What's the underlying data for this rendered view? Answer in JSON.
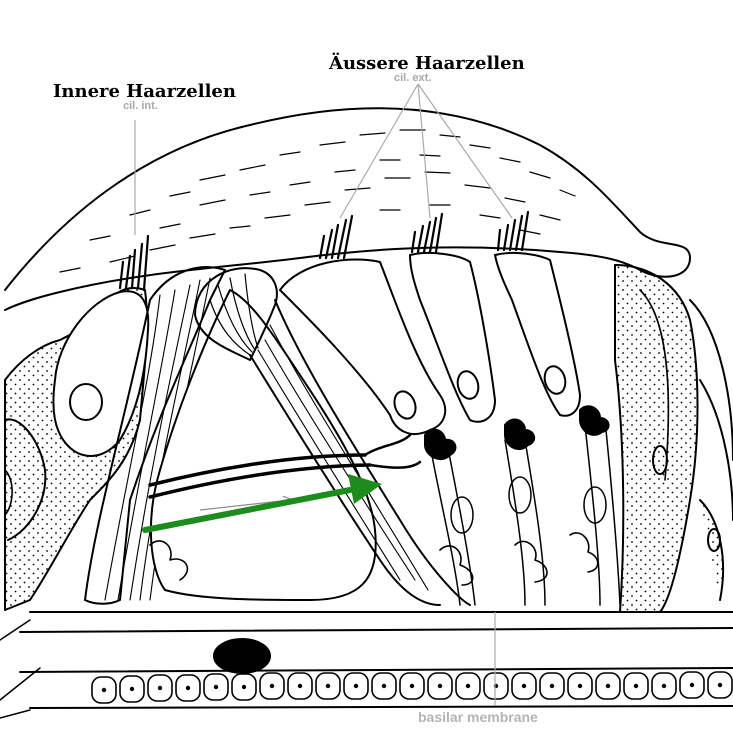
{
  "labels": {
    "inner_hair_cells": "Innere Haarzellen",
    "inner_cilia": "cil. int.",
    "outer_hair_cells": "Äussere Haarzellen",
    "outer_cilia": "cil. ext.",
    "basilar_membrane": "basilar membrane"
  },
  "colors": {
    "line": "#000000",
    "annotation_gray": "#aaaaaa",
    "arrow": "#1c8c1c",
    "background": "#ffffff"
  }
}
